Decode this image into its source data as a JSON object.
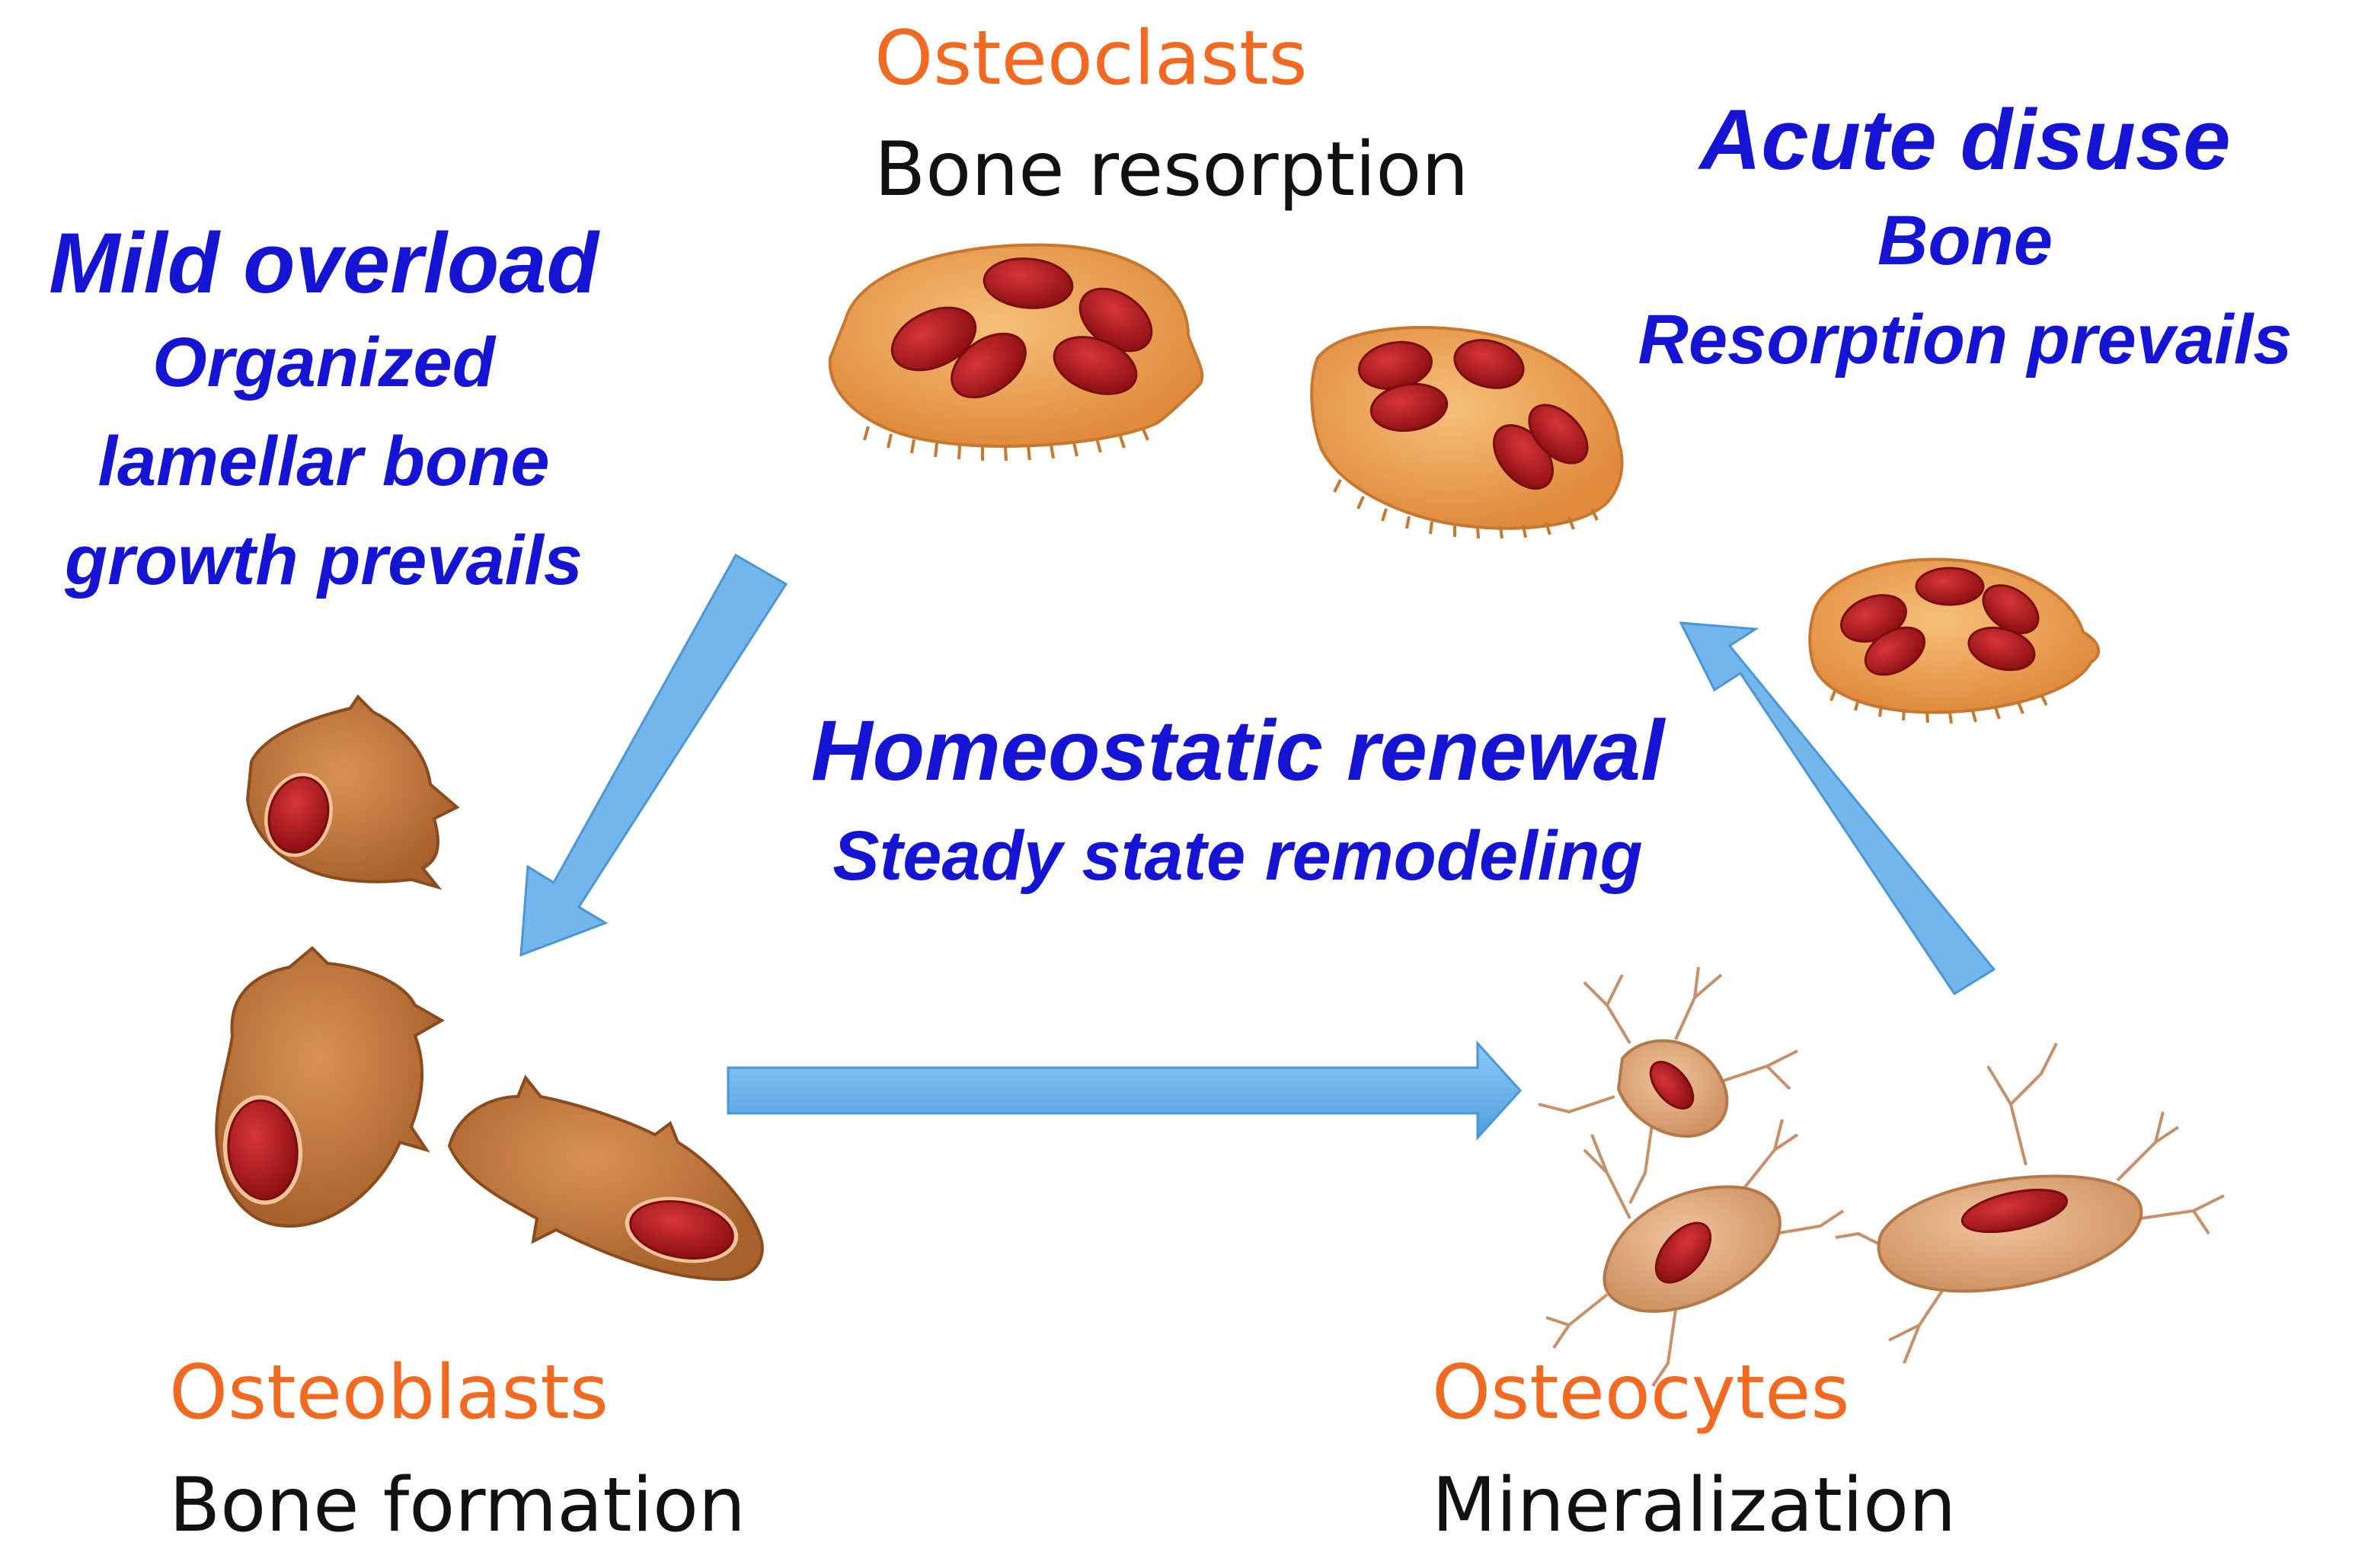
{
  "colors": {
    "cell_name": "#f26a21",
    "function_text": "#111111",
    "condition_text": "#1414d2",
    "arrow": "#6fb4ea",
    "osteoclast_body": "#f0a65a",
    "nucleus": "#b3191c",
    "osteoblast_body": "#c98040",
    "osteocyte_body": "#e3ae80"
  },
  "osteoclasts": {
    "name": "Osteoclasts",
    "function": "Bone resorption"
  },
  "osteoblasts": {
    "name": "Osteoblasts",
    "function": "Bone formation"
  },
  "osteocytes": {
    "name": "Osteocytes",
    "function": "Mineralization"
  },
  "mild_overload": {
    "title": "Mild overload",
    "line1": "Organized",
    "line2": "lamellar bone",
    "line3": "growth prevails"
  },
  "acute_disuse": {
    "title": "Acute disuse",
    "line1": "Bone",
    "line2": "Resorption prevails"
  },
  "homeostatic": {
    "title": "Homeostatic renewal",
    "subtitle": "Steady state remodeling"
  }
}
